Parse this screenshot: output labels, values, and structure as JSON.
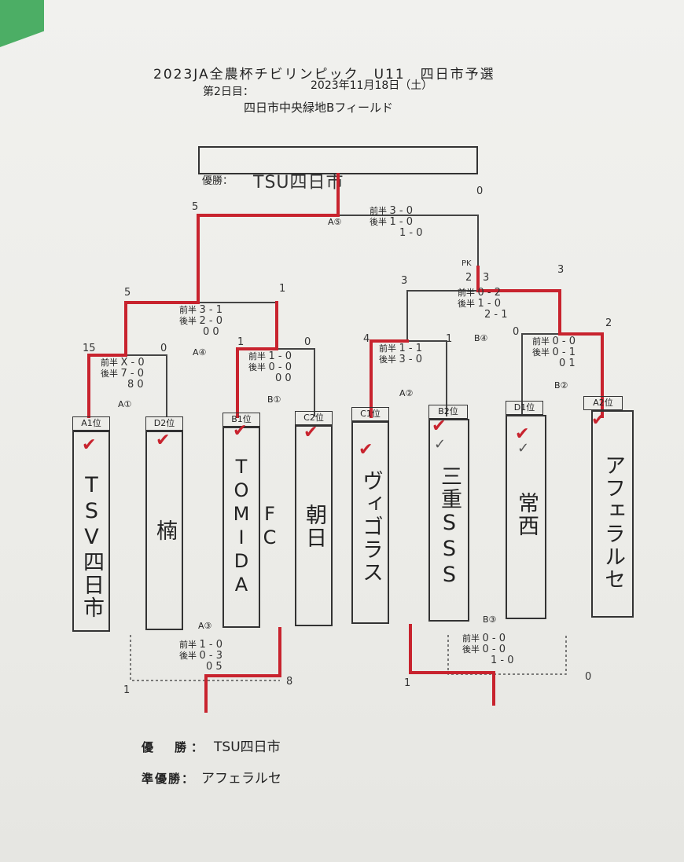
{
  "header": {
    "title": "2023JA全農杯チビリンピック　U11　四日市予選",
    "day_label": "第2日目：",
    "date": "2023年11月18日（土）",
    "venue": "四日市中央緑地Bフィールド"
  },
  "winner_box": {
    "label": "優勝：",
    "handwritten": "TSU四日市"
  },
  "teams": [
    {
      "seed": "A1位",
      "name": "TSV四日市"
    },
    {
      "seed": "D2位",
      "name": "楠"
    },
    {
      "seed": "B1位",
      "name": "FC TOMIDA"
    },
    {
      "seed": "C2位",
      "name": "朝日"
    },
    {
      "seed": "C1位",
      "name": "ヴィゴラス"
    },
    {
      "seed": "B2位",
      "name": "三重SSS"
    },
    {
      "seed": "D1位",
      "name": "常西"
    },
    {
      "seed": "A2位",
      "name": "アフェラルセ"
    }
  ],
  "matches": {
    "A1": {
      "label": "A①",
      "half1": "前半",
      "half1_score": "X - 0",
      "half2": "後半",
      "half2_score": "7 - 0",
      "extra": "8   0",
      "left_total": "15",
      "right_total": "0"
    },
    "B1": {
      "label": "B①",
      "half1": "前半",
      "half1_score": "1 - 0",
      "half2": "後半",
      "half2_score": "0 - 0",
      "extra": "0   0",
      "left_total": "1",
      "right_total": "0"
    },
    "A2": {
      "label": "A②",
      "half1": "前半",
      "half1_score": "1 - 1",
      "half2": "後半",
      "half2_score": "3 - 0",
      "left_total": "4",
      "right_total": "1"
    },
    "B2": {
      "label": "B②",
      "half1": "前半",
      "half1_score": "0 - 0",
      "half2": "後半",
      "half2_score": "0 - 1",
      "extra": "0   1",
      "left_total": "0",
      "right_total": "2"
    },
    "A4": {
      "label": "A④",
      "half1": "前半",
      "half1_score": "3 - 1",
      "half2": "後半",
      "half2_score": "2 - 0",
      "extra": "0   0",
      "left_total": "5",
      "right_total": "1"
    },
    "B4": {
      "label": "B④",
      "half1": "前半",
      "half1_score": "0 - 2",
      "half2": "後半",
      "half2_score": "1 - 0",
      "extra": "2 - 1",
      "left_total": "3",
      "right_total": "3",
      "pk": "PK",
      "pk_left": "2",
      "pk_right": "3"
    },
    "A5": {
      "label": "A⑤",
      "half1": "前半",
      "half1_score": "3 - 0",
      "half2": "後半",
      "half2_score": "1 - 0",
      "extra": "1 - 0",
      "left_total": "5",
      "right_total": "0"
    },
    "A3": {
      "label": "A③",
      "half1": "前半",
      "half1_score": "1 - 0",
      "half2": "後半",
      "half2_score": "0 - 3",
      "extra": "0   5",
      "left_total": "1",
      "right_total": "8"
    },
    "B3": {
      "label": "B③",
      "half1": "前半",
      "half1_score": "0 - 0",
      "half2": "後半",
      "half2_score": "0 - 0",
      "extra": "1 - 0",
      "left_total": "1",
      "right_total": "0"
    }
  },
  "results": {
    "winner_label": "優　勝：",
    "winner_value": "TSU四日市",
    "runner_label": "準優勝：",
    "runner_value": "アフェラルセ"
  },
  "colors": {
    "paper": "#ecece8",
    "ink": "#222222",
    "red_pen": "#c8232e",
    "tape": "#3aa655"
  }
}
